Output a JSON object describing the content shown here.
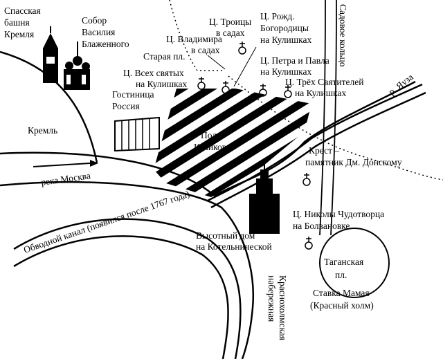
{
  "map": {
    "labels": {
      "spasskaya_line1": "Спасская",
      "spasskaya_line2": "башня",
      "spasskaya_line3": "Кремля",
      "sobor_line1": "Собор",
      "sobor_line2": "Василия",
      "sobor_line3": "Блаженного",
      "kreml": "Кремль",
      "hotel_line1": "Гостиница",
      "hotel_line2": "Россия",
      "troitsy_line1": "Ц. Троицы",
      "troitsy_line2": "в садах",
      "vladimira_line1": "Ц. Владимира",
      "vladimira_line2": "в садах",
      "staraya_pl": "Старая пл.",
      "vsekh_svyatykh_line1": "Ц. Всех святых",
      "vsekh_svyatykh_line2": "на Кулишках",
      "rozhd_line1": "Ц. Рожд.",
      "rozhd_line2": "Богородицы",
      "rozhd_line3": "на Кулишках",
      "petra_line1": "Ц. Петра и Павла",
      "petra_line2": "на Кулишках",
      "tryokh_line1": "Ц. Трёх Святителей",
      "tryokh_line2": "на Кулишках",
      "sadovoe_koltso": "Садовое кольцо",
      "yauza": "р. Яуза",
      "pole_line1": "Поле",
      "pole_line2": "Куликово",
      "krest_line1": "Крест –",
      "krest_line2": "памятник Дм. Донскому",
      "reka_moskva": "река Москва",
      "nikoly_line1": "Ц. Николы Чудотворца",
      "nikoly_line2": "на Болвановке",
      "vysotny_line1": "Высотный дом",
      "vysotny_line2": "на Котельнической",
      "obvodnoy": "Обводной канал (появился после 1767 года)",
      "naberezhnaya_line1": "Краснохолмская",
      "naberezhnaya_line2": "набережная",
      "taganskaya_line1": "Таганская",
      "taganskaya_line2": "пл.",
      "stavka_line1": "Ставка Мамая",
      "stavka_line2": "(Красный холм)"
    }
  }
}
